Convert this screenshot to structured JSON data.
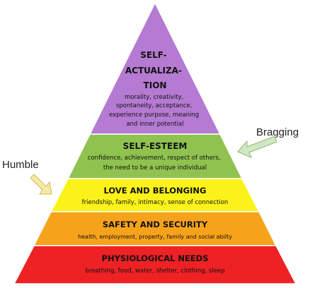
{
  "pyramid": {
    "tiers": [
      {
        "id": "self-actualization",
        "title_lines": [
          "SELF-",
          "ACTUALIZA-",
          "TION"
        ],
        "desc_lines": [
          "morality, creativity,",
          "spontaneity, acceptance,",
          "experience purpose, meaning",
          "and inner potential"
        ],
        "color": "#b57ad1"
      },
      {
        "id": "self-esteem",
        "title_lines": [
          "SELF-ESTEEM"
        ],
        "desc_lines": [
          "confidence, achievement, respect of others,",
          "the need to be a unique individual"
        ],
        "color": "#8fc24f"
      },
      {
        "id": "love-and-belonging",
        "title_lines": [
          "LOVE AND BELONGING"
        ],
        "desc_lines": [
          "friendship, family, intimacy, sense of connection"
        ],
        "color": "#fbf21a"
      },
      {
        "id": "safety-and-security",
        "title_lines": [
          "SAFETY AND SECURITY"
        ],
        "desc_lines": [
          "health, employment, property, family and social abilty"
        ],
        "color": "#f7a21b"
      },
      {
        "id": "physiological-needs",
        "title_lines": [
          "PHYSIOLOGICAL NEEDS"
        ],
        "desc_lines": [
          "breathing, food, water, shelter, clothing, sleep"
        ],
        "color": "#ee2124"
      }
    ]
  },
  "annotations": {
    "bragging": {
      "label": "Bragging",
      "arrow_color": "#d2e7c3"
    },
    "humble": {
      "label": "Humble",
      "arrow_color": "#f7e9a6"
    }
  }
}
